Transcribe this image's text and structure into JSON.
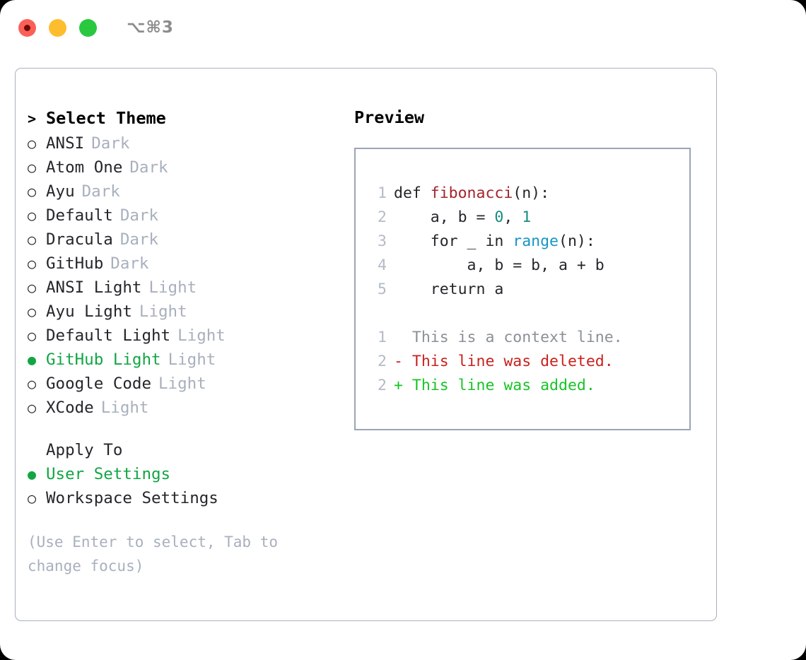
{
  "titlebar": {
    "shortcut": "⌥⌘3",
    "buttons": [
      "close",
      "minimize",
      "maximize"
    ]
  },
  "theme_list": {
    "header_prefix": ">",
    "header": "Select Theme",
    "bullet_unselected": "○",
    "bullet_selected": "●",
    "items": [
      {
        "label": "ANSI",
        "variant": "Dark",
        "selected": false
      },
      {
        "label": "Atom One",
        "variant": "Dark",
        "selected": false
      },
      {
        "label": "Ayu",
        "variant": "Dark",
        "selected": false
      },
      {
        "label": "Default",
        "variant": "Dark",
        "selected": false
      },
      {
        "label": "Dracula",
        "variant": "Dark",
        "selected": false
      },
      {
        "label": "GitHub",
        "variant": "Dark",
        "selected": false
      },
      {
        "label": "ANSI Light",
        "variant": "Light",
        "selected": false
      },
      {
        "label": "Ayu Light",
        "variant": "Light",
        "selected": false
      },
      {
        "label": "Default Light",
        "variant": "Light",
        "selected": false
      },
      {
        "label": "GitHub Light",
        "variant": "Light",
        "selected": true
      },
      {
        "label": "Google Code",
        "variant": "Light",
        "selected": false
      },
      {
        "label": "XCode",
        "variant": "Light",
        "selected": false
      }
    ]
  },
  "apply_to": {
    "header": "Apply To",
    "items": [
      {
        "label": "User Settings",
        "selected": true
      },
      {
        "label": "Workspace Settings",
        "selected": false
      }
    ]
  },
  "hint": "(Use Enter to select, Tab to change focus)",
  "preview": {
    "title": "Preview",
    "code_lines": [
      {
        "no": "1",
        "segments": [
          {
            "text": "def ",
            "type": "plain"
          },
          {
            "text": "fibonacci",
            "type": "fn"
          },
          {
            "text": "(n):",
            "type": "plain"
          }
        ]
      },
      {
        "no": "2",
        "segments": [
          {
            "text": "    a, b = ",
            "type": "plain"
          },
          {
            "text": "0",
            "type": "num"
          },
          {
            "text": ", ",
            "type": "plain"
          },
          {
            "text": "1",
            "type": "num"
          }
        ]
      },
      {
        "no": "3",
        "segments": [
          {
            "text": "    for _ in ",
            "type": "plain"
          },
          {
            "text": "range",
            "type": "call"
          },
          {
            "text": "(n):",
            "type": "plain"
          }
        ]
      },
      {
        "no": "4",
        "segments": [
          {
            "text": "        a, b = b, a + b",
            "type": "plain"
          }
        ]
      },
      {
        "no": "5",
        "segments": [
          {
            "text": "    return a",
            "type": "plain"
          }
        ]
      }
    ],
    "diff_lines": [
      {
        "no": "1",
        "marker": " ",
        "text": "This is a context line.",
        "kind": "ctx"
      },
      {
        "no": "2",
        "marker": "-",
        "text": "This line was deleted.",
        "kind": "del"
      },
      {
        "no": "2",
        "marker": "+",
        "text": "This line was added.",
        "kind": "add"
      }
    ]
  },
  "colors": {
    "accent_green": "#12a544",
    "muted": "#a8b0bd",
    "border": "#a7b0c0",
    "preview_border": "#9aa5b4",
    "syntax_function": "#a4242b",
    "syntax_number": "#178b80",
    "syntax_call": "#1795c7",
    "diff_context": "#8b9099",
    "diff_deleted": "#c9211e",
    "diff_added": "#17c426",
    "light_red": "#fb6058",
    "light_yellow": "#fdbd2e",
    "light_green": "#29c83f"
  }
}
